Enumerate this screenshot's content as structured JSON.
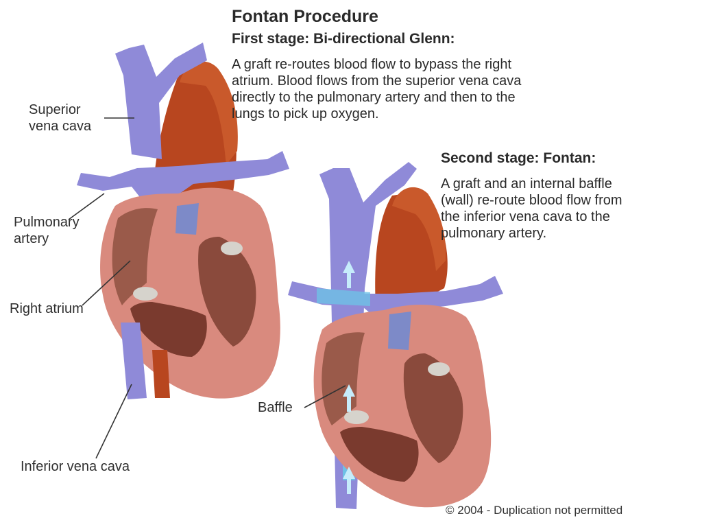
{
  "title": "Fontan Procedure",
  "stage1": {
    "heading": "First stage: Bi-directional Glenn:",
    "lines": [
      "A graft re-routes blood flow to bypass the right",
      "atrium. Blood flows from the superior vena cava",
      "directly to the pulmonary artery and then to the",
      "lungs to pick up oxygen."
    ]
  },
  "stage2": {
    "heading": "Second stage: Fontan:",
    "lines": [
      "A graft and an internal baffle",
      "(wall) re-route blood flow from",
      "the inferior vena cava to the",
      "pulmonary artery."
    ]
  },
  "labels": {
    "superior_vena_cava": [
      "Superior",
      "vena cava"
    ],
    "pulmonary_artery": [
      "Pulmonary",
      "artery"
    ],
    "right_atrium": "Right atrium",
    "baffle": "Baffle",
    "inferior_vena_cava": "Inferior vena cava"
  },
  "copyright": "© 2004 - Duplication not permitted",
  "colors": {
    "vein": "#8f8ad8",
    "artery": "#b8461f",
    "muscle": "#d98a7e",
    "chamber": "#9a5a4a",
    "baffle_flow": "#6ec0e6"
  }
}
